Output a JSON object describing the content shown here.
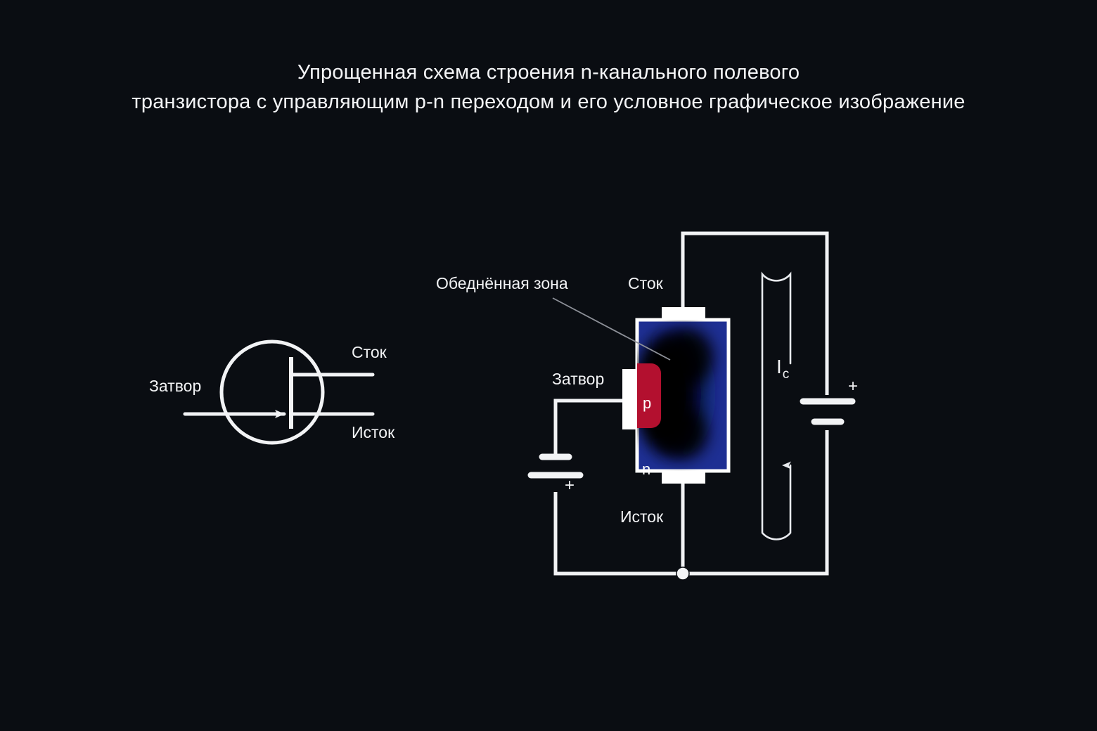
{
  "title": {
    "line1": "Упрощенная схема строения n-канального полевого",
    "line2": "транзистора с управляющим p-n переходом и его условное графическое изображение"
  },
  "colors": {
    "background": "#0a0d12",
    "stroke": "#f2f3f5",
    "n_region": "#1e2f93",
    "p_region": "#b3102f",
    "depletion": "#05060a",
    "text": "#f2f3f5",
    "leader_line": "#8d9098"
  },
  "symbol_diagram": {
    "name": "Условное графическое изображение",
    "labels": {
      "gate": "Затвор",
      "drain": "Сток",
      "source": "Исток"
    }
  },
  "structure_diagram": {
    "name": "Схема строения",
    "labels": {
      "depletion_zone": "Обеднённая зона",
      "drain": "Сток",
      "gate": "Затвор",
      "source": "Исток",
      "p_region": "p",
      "n_region": "n",
      "current": "I",
      "current_sub": "c",
      "battery_gate_polarity": "+",
      "battery_drain_polarity": "+"
    }
  }
}
